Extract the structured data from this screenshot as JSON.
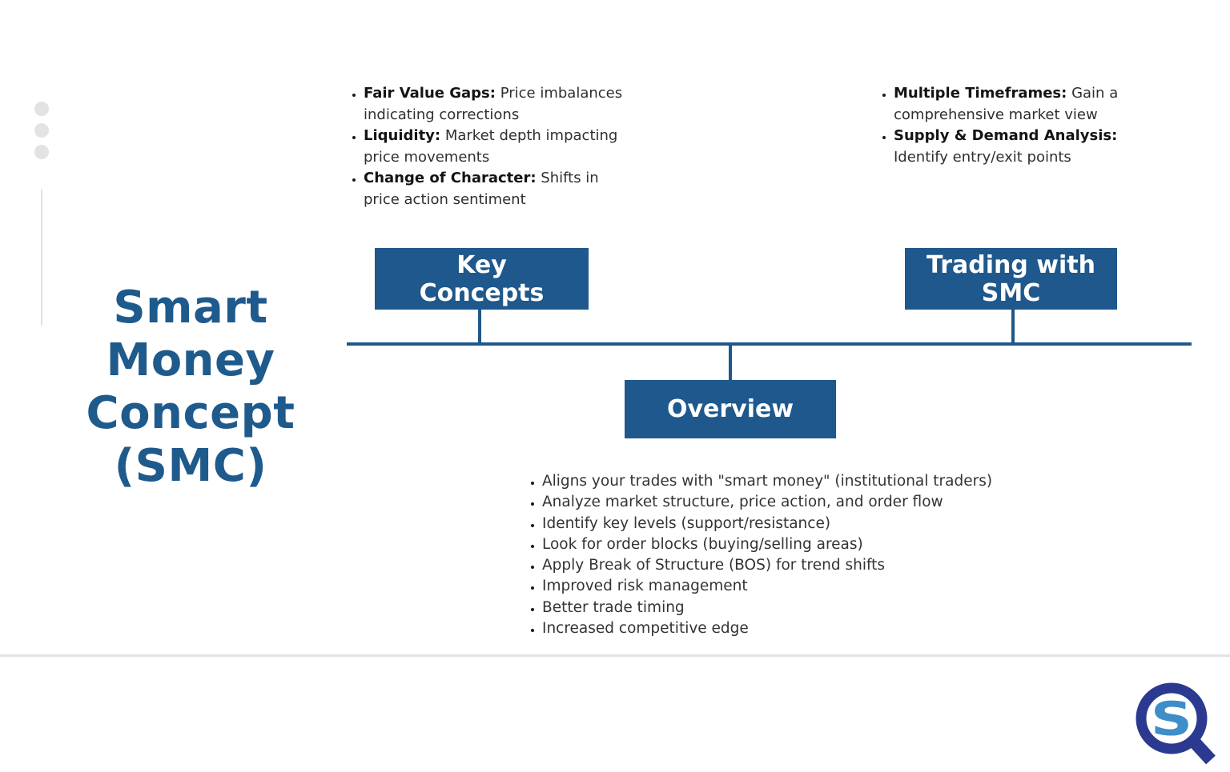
{
  "slide": {
    "title_lines": [
      "Smart",
      "Money",
      "Concept",
      "(SMC)"
    ],
    "colors": {
      "primary_blue": "#1E588C",
      "title_blue": "#1F5A8C",
      "logo_navy": "#2B3990",
      "logo_light_blue": "#3D8EC9",
      "divider_gray": "#E3E3E3"
    }
  },
  "key_concepts": {
    "box_lines": [
      "Key",
      "Concepts"
    ],
    "items": [
      {
        "label": "Fair Value Gaps:",
        "text": "Price imbalances indicating corrections"
      },
      {
        "label": "Liquidity:",
        "text": "Market depth impacting price movements"
      },
      {
        "label": "Change of Character:",
        "text": "Shifts in price action sentiment"
      }
    ]
  },
  "trading_with_smc": {
    "box_lines": [
      "Trading with",
      "SMC"
    ],
    "items": [
      {
        "label": "Multiple Timeframes:",
        "text": "Gain a comprehensive market view"
      },
      {
        "label": "Supply & Demand Analysis:",
        "text": "Identify entry/exit points"
      }
    ]
  },
  "overview": {
    "box_lines": [
      "Overview"
    ],
    "items": [
      "Aligns your trades with \"smart money\" (institutional traders)",
      "Analyze market structure, price action, and order flow",
      "Identify key levels (support/resistance)",
      "Look for order blocks (buying/selling areas)",
      "Apply Break of Structure (BOS) for trend shifts",
      "Improved risk management",
      "Better trade timing",
      "Increased competitive edge"
    ]
  },
  "logo": {
    "letter": "S"
  }
}
